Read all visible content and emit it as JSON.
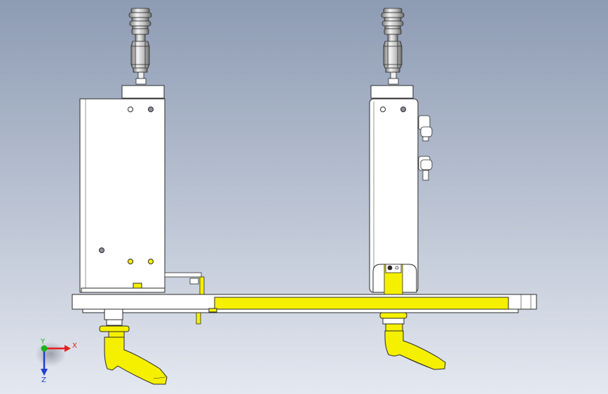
{
  "viewport": {
    "background_top": "#8d9bb3",
    "background_bottom": "#e4e8f0"
  },
  "palette": {
    "body_fill": "#ffffff",
    "outline": "#2a2a2a",
    "yellow": "#f5f000",
    "yellow_dark": "#c9c400",
    "metal_light": "#e8e8e8",
    "metal_mid": "#a9a9a9",
    "metal_dark": "#4a4a4a",
    "hole_gray": "#8a8f99"
  },
  "triad": {
    "x_label": "X",
    "y_label": "Y",
    "z_label": "Z",
    "x_color": "#e32020",
    "y_color": "#1bb31b",
    "z_color": "#2040d0"
  }
}
